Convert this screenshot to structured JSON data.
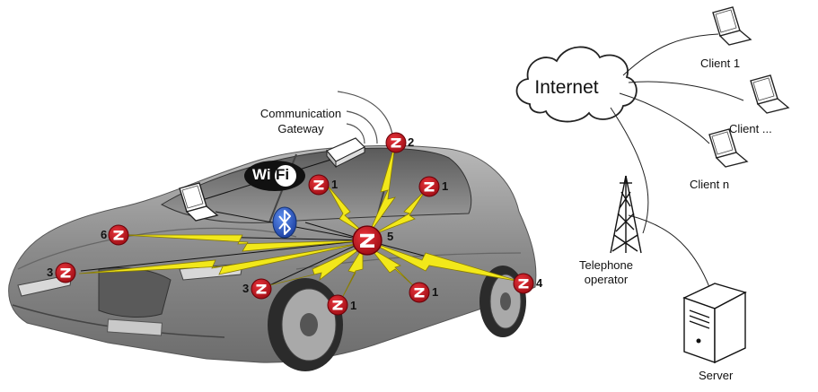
{
  "network": {
    "internet_label": "Internet",
    "clients": [
      "Client 1",
      "Client ...",
      "Client n"
    ],
    "telephone_operator": [
      "Telephone",
      "operator"
    ],
    "server_label": "Server"
  },
  "vehicle": {
    "gateway_label": [
      "Communication",
      "Gateway"
    ],
    "wifi_label": {
      "wi": "Wi",
      "fi": "Fi"
    },
    "zigbee_nodes": [
      {
        "id": "2"
      },
      {
        "id": "1"
      },
      {
        "id": "1"
      },
      {
        "id": "5"
      },
      {
        "id": "6"
      },
      {
        "id": "3"
      },
      {
        "id": "3"
      },
      {
        "id": "1"
      },
      {
        "id": "1"
      },
      {
        "id": "4"
      }
    ]
  },
  "colors": {
    "zigbee_red": "#c8141e",
    "lightning_yellow": "#f2e81a",
    "bluetooth_blue": "#2c5cc8",
    "car_gray": "#8d8d8d"
  }
}
